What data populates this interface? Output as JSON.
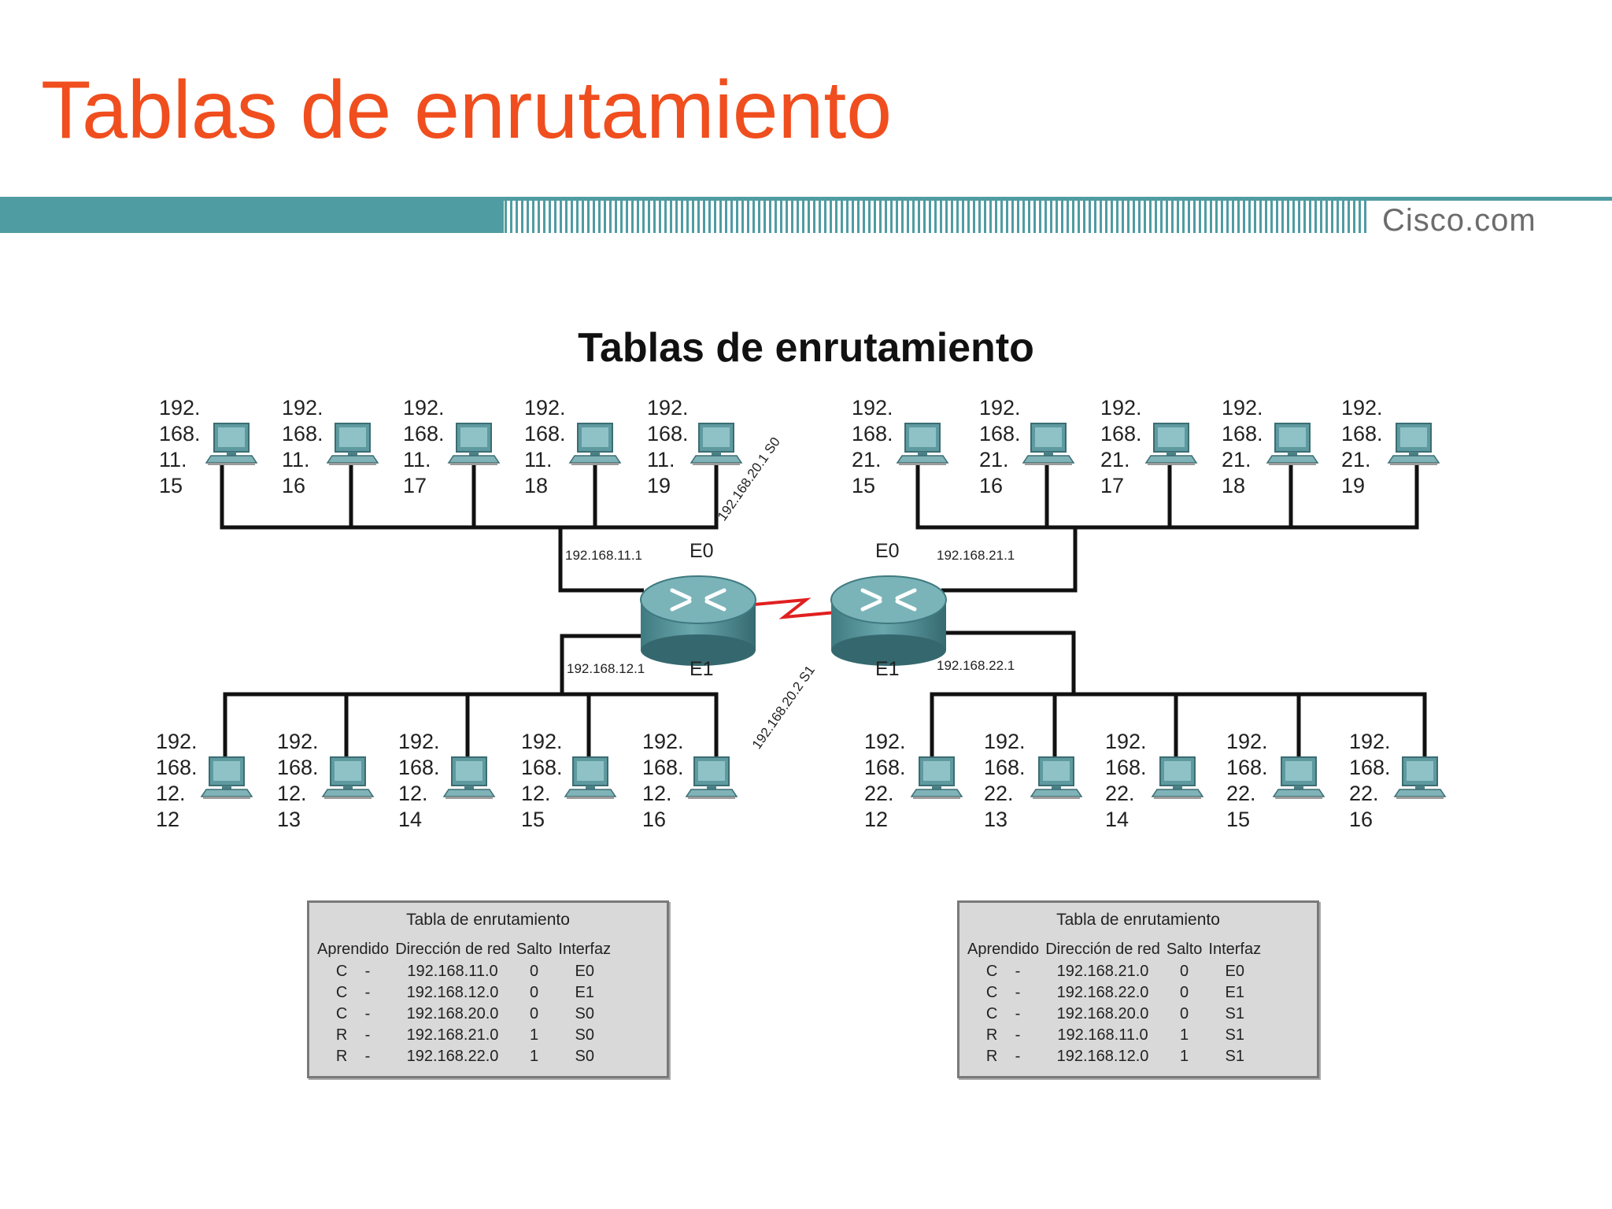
{
  "slide": {
    "title": "Tablas de enrutamiento",
    "brand": "Cisco.com",
    "colors": {
      "title": "#f04e1e",
      "banner": "#4f9ca2",
      "router": "#4f8e94",
      "serial_link": "#e02020"
    }
  },
  "diagram": {
    "title": "Tablas de enrutamiento",
    "hosts": {
      "top_left": [
        "192.\n168.\n11.\n15",
        "192.\n168.\n11.\n16",
        "192.\n168.\n11.\n17",
        "192.\n168.\n11.\n18",
        "192.\n168.\n11.\n19"
      ],
      "top_right": [
        "192.\n168.\n21.\n15",
        "192.\n168.\n21.\n16",
        "192.\n168.\n21.\n17",
        "192.\n168.\n21.\n18",
        "192.\n168.\n21.\n19"
      ],
      "bottom_left": [
        "192.\n168.\n12.\n12",
        "192.\n168.\n12.\n13",
        "192.\n168.\n12.\n14",
        "192.\n168.\n12.\n15",
        "192.\n168.\n12.\n16"
      ],
      "bottom_right": [
        "192.\n168.\n22.\n12",
        "192.\n168.\n22.\n13",
        "192.\n168.\n22.\n14",
        "192.\n168.\n22.\n15",
        "192.\n168.\n22.\n16"
      ]
    },
    "router_a": {
      "e0_ip": "192.168.11.1",
      "e1_ip": "192.168.12.1",
      "s0_label": "192.168.20.1 S0",
      "e0": "E0",
      "e1": "E1"
    },
    "router_b": {
      "e0_ip": "192.168.21.1",
      "e1_ip": "192.168.22.1",
      "s1_label": "192.168.20.2 S1",
      "e0": "E0",
      "e1": "E1"
    }
  },
  "tables": [
    {
      "caption": "Tabla de enrutamiento",
      "headers": [
        "Aprendido",
        "Dirección de red",
        "Salto",
        "Interfaz"
      ],
      "rows": [
        [
          "C",
          "-",
          "192.168.11.0",
          "0",
          "E0"
        ],
        [
          "C",
          "-",
          "192.168.12.0",
          "0",
          "E1"
        ],
        [
          "C",
          "-",
          "192.168.20.0",
          "0",
          "S0"
        ],
        [
          "R",
          "-",
          "192.168.21.0",
          "1",
          "S0"
        ],
        [
          "R",
          "-",
          "192.168.22.0",
          "1",
          "S0"
        ]
      ]
    },
    {
      "caption": "Tabla de enrutamiento",
      "headers": [
        "Aprendido",
        "Dirección de red",
        "Salto",
        "Interfaz"
      ],
      "rows": [
        [
          "C",
          "-",
          "192.168.21.0",
          "0",
          "E0"
        ],
        [
          "C",
          "-",
          "192.168.22.0",
          "0",
          "E1"
        ],
        [
          "C",
          "-",
          "192.168.20.0",
          "0",
          "S1"
        ],
        [
          "R",
          "-",
          "192.168.11.0",
          "1",
          "S1"
        ],
        [
          "R",
          "-",
          "192.168.12.0",
          "1",
          "S1"
        ]
      ]
    }
  ]
}
